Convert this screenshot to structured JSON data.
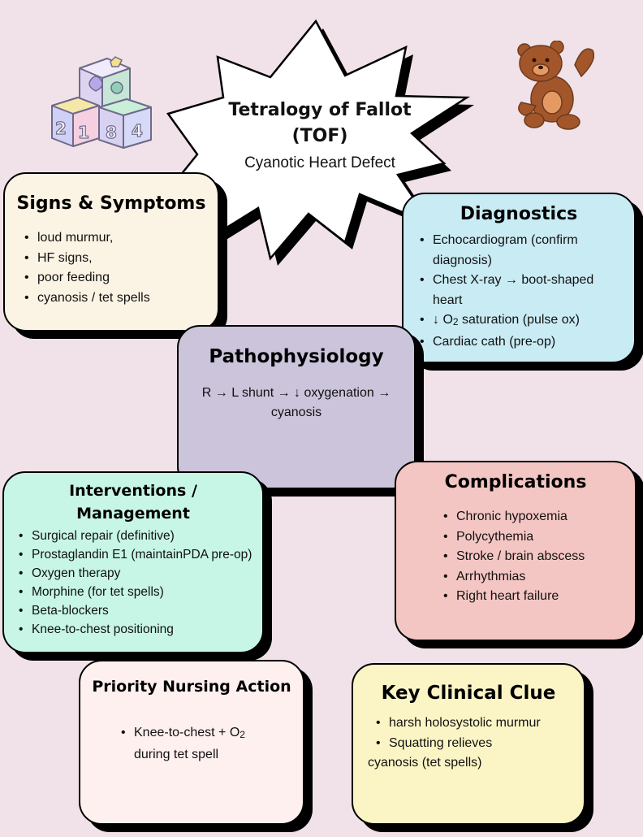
{
  "title": {
    "line1": "Tetralogy of Fallot",
    "line2": "(TOF)",
    "subtitle": "Cyanotic Heart Defect"
  },
  "decorations": {
    "blocks_icon": "toy-blocks-icon",
    "bear_icon": "teddy-bear-icon",
    "block_glyphs": [
      "2",
      "1",
      "8",
      "4"
    ]
  },
  "signs": {
    "heading": "Signs & Symptoms",
    "items": [
      "loud murmur,",
      "HF signs,",
      "poor feeding",
      "cyanosis / tet spells"
    ]
  },
  "diagnostics": {
    "heading": "Diagnostics",
    "item1": "Echocardiogram (confirm diagnosis)",
    "item2": "Chest X-ray → boot-shaped heart",
    "item3_pre": "↓ O",
    "item3_sub": "2",
    "item3_post": " saturation (pulse ox)",
    "item4": "Cardiac cath (pre-op)"
  },
  "pathophysiology": {
    "heading": "Pathophysiology",
    "text": "R → L shunt → ↓ oxygenation → cyanosis"
  },
  "interventions": {
    "heading_line1": "Interventions /",
    "heading_line2": "Management",
    "items": [
      "Surgical repair (definitive)",
      "Prostaglandin E1 (maintainPDA pre-op)",
      "Oxygen therapy",
      "Morphine (for tet spells)",
      "Beta-blockers",
      "Knee-to-chest positioning"
    ]
  },
  "complications": {
    "heading": "Complications",
    "items": [
      "Chronic hypoxemia",
      "Polycythemia",
      "Stroke / brain abscess",
      "Arrhythmias",
      "Right heart failure"
    ]
  },
  "priority": {
    "heading": "Priority Nursing Action",
    "item_pre": "Knee-to-chest + O",
    "item_sub": "2",
    "item_post": " during tet spell"
  },
  "key_clue": {
    "heading": "Key Clinical Clue",
    "item1": "harsh holosystolic murmur",
    "item2": "Squatting relieves",
    "item2_cont": "cyanosis (tet spells)"
  },
  "colors": {
    "background": "#f0e2e8",
    "signs": "#fbf3e3",
    "diagnostics": "#c9ebf4",
    "pathophysiology": "#cbc4db",
    "interventions": "#c7f6e6",
    "complications": "#f4c6c3",
    "priority": "#fdf0ef",
    "key_clue": "#fbf5c5"
  }
}
